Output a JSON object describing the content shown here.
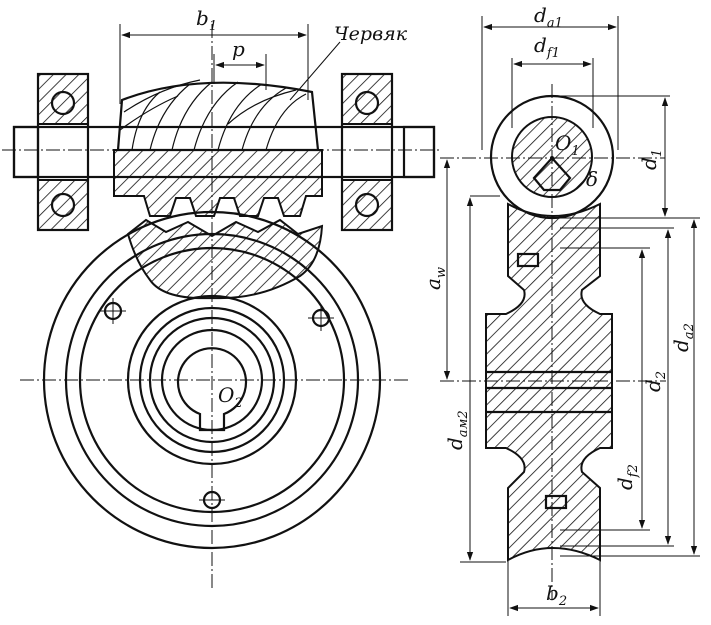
{
  "labels": {
    "b1": "b",
    "b1_sub": "1",
    "p": "p",
    "worm": "Червяк",
    "da1": "d",
    "da1_sub": "a1",
    "df1": "d",
    "df1_sub": "f1",
    "o1": "O",
    "o1_sub": "1",
    "d1": "d",
    "d1_sub": "1",
    "delta": "δ",
    "aw": "a",
    "aw_sub": "w",
    "o2": "O",
    "o2_sub": "2",
    "dam2": "d",
    "dam2_sub": "aм2",
    "d2": "d",
    "d2_sub": "2",
    "da2": "d",
    "da2_sub": "a2",
    "df2": "d",
    "df2_sub": "f2",
    "b2": "b",
    "b2_sub": "2"
  }
}
